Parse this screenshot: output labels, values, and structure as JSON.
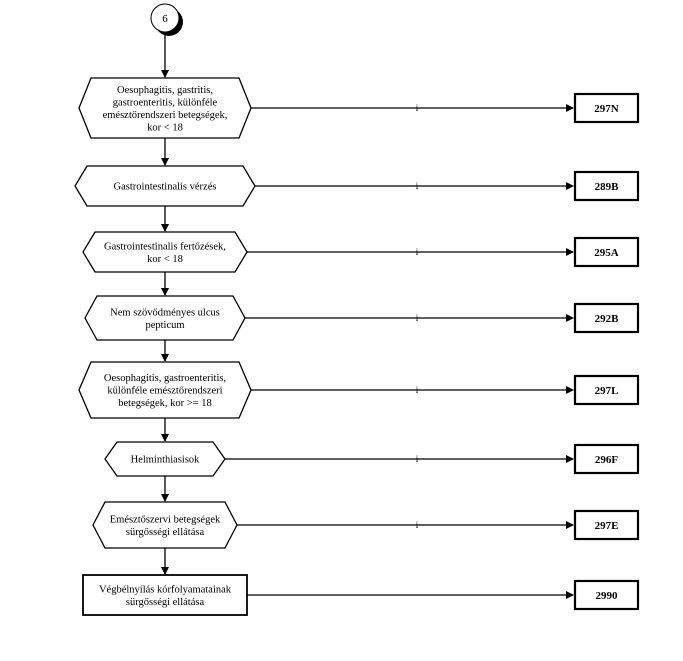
{
  "connector": {
    "label": "6"
  },
  "decisions": [
    {
      "lines": [
        "Oesophagitis, gastritis,",
        "gastroenteritis, különféle",
        "emésztőrendszeri betegségek,",
        "kor < 18"
      ],
      "yes_label": "i",
      "code": "297N"
    },
    {
      "lines": [
        "Gastrointestinalis vérzés"
      ],
      "yes_label": "i",
      "code": "289B"
    },
    {
      "lines": [
        "Gastrointestinalis fertőzések,",
        "kor < 18"
      ],
      "yes_label": "i",
      "code": "295A"
    },
    {
      "lines": [
        "Nem szövődményes ulcus",
        "pepticum"
      ],
      "yes_label": "i",
      "code": "292B"
    },
    {
      "lines": [
        "Oesophagitis, gastroenteritis,",
        "különféle emésztőrendszeri",
        "betegségek, kor >= 18"
      ],
      "yes_label": "i",
      "code": "297L"
    },
    {
      "lines": [
        "Helminthiasisok"
      ],
      "yes_label": "i",
      "code": "296F"
    },
    {
      "lines": [
        "Emésztőszervi betegségek",
        "sürgősségi ellátása"
      ],
      "yes_label": "i",
      "code": "297E"
    }
  ],
  "final_step": {
    "lines": [
      "Végbélnyílás kórfolyamatainak",
      "sürgősségi ellátása"
    ],
    "code": "2990"
  }
}
